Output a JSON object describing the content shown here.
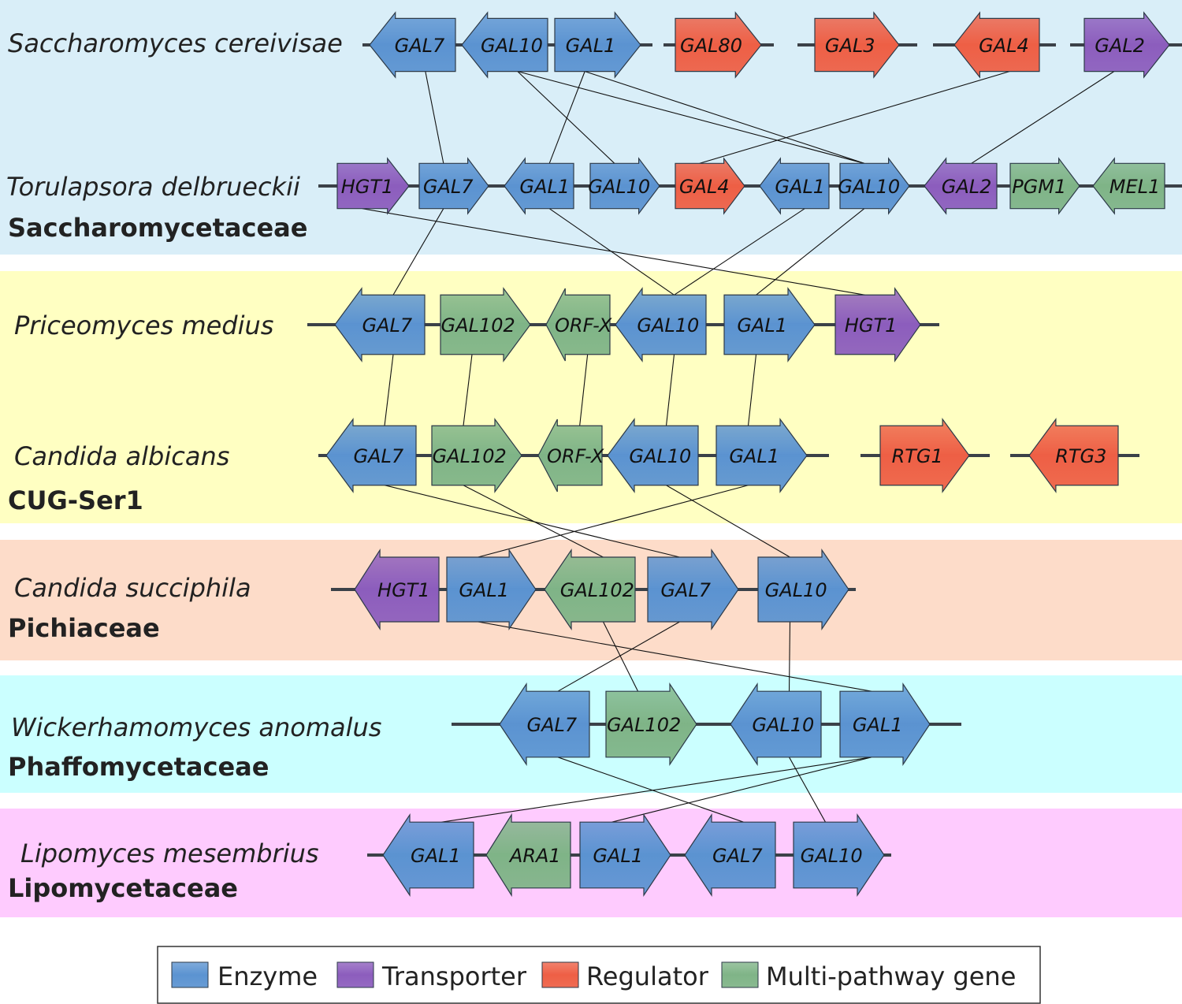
{
  "colors": {
    "enzyme": "#5b93d1",
    "transporter": "#8c5dbd",
    "regulator": "#ee5f45",
    "multi": "#7fb487",
    "band_saccharomycetaceae": "#d9eef8",
    "band_cug": "#ffffc2",
    "band_pichiaceae": "#fddcc9",
    "band_phaffomycetaceae": "#cbffff",
    "band_lipomycetaceae": "#fecbfe"
  },
  "families": [
    {
      "name": "Saccharomycetaceae",
      "color_key": "band_saccharomycetaceae"
    },
    {
      "name": "CUG-Ser1",
      "color_key": "band_cug"
    },
    {
      "name": "Pichiaceae",
      "color_key": "band_pichiaceae"
    },
    {
      "name": "Phaffomycetaceae",
      "color_key": "band_phaffomycetaceae"
    },
    {
      "name": "Lipomycetaceae",
      "color_key": "band_lipomycetaceae"
    }
  ],
  "species": [
    {
      "name": "Saccharomyces cereivisae",
      "family": "Saccharomycetaceae",
      "genes": [
        {
          "name": "GAL7",
          "type": "enzyme",
          "strand": "-"
        },
        {
          "name": "GAL10",
          "type": "enzyme",
          "strand": "-"
        },
        {
          "name": "GAL1",
          "type": "enzyme",
          "strand": "+"
        },
        {
          "name": "GAL80",
          "type": "regulator",
          "strand": "+"
        },
        {
          "name": "GAL3",
          "type": "regulator",
          "strand": "+"
        },
        {
          "name": "GAL4",
          "type": "regulator",
          "strand": "-"
        },
        {
          "name": "GAL2",
          "type": "transporter",
          "strand": "+"
        }
      ]
    },
    {
      "name": "Torulapsora delbrueckii",
      "family": "Saccharomycetaceae",
      "genes": [
        {
          "name": "HGT1",
          "type": "transporter",
          "strand": "+"
        },
        {
          "name": "GAL7",
          "type": "enzyme",
          "strand": "+"
        },
        {
          "name": "GAL1",
          "type": "enzyme",
          "strand": "-"
        },
        {
          "name": "GAL10",
          "type": "enzyme",
          "strand": "+"
        },
        {
          "name": "GAL4",
          "type": "regulator",
          "strand": "+"
        },
        {
          "name": "GAL1",
          "type": "enzyme",
          "strand": "-"
        },
        {
          "name": "GAL10",
          "type": "enzyme",
          "strand": "+"
        },
        {
          "name": "GAL2",
          "type": "transporter",
          "strand": "-"
        },
        {
          "name": "PGM1",
          "type": "multi",
          "strand": "+"
        },
        {
          "name": "MEL1",
          "type": "multi",
          "strand": "-"
        }
      ]
    },
    {
      "name": "Priceomyces medius",
      "family": "CUG-Ser1",
      "genes": [
        {
          "name": "GAL7",
          "type": "enzyme",
          "strand": "-"
        },
        {
          "name": "GAL102",
          "type": "multi",
          "strand": "+"
        },
        {
          "name": "ORF-X",
          "type": "multi",
          "strand": "-"
        },
        {
          "name": "GAL10",
          "type": "enzyme",
          "strand": "-"
        },
        {
          "name": "GAL1",
          "type": "enzyme",
          "strand": "+"
        },
        {
          "name": "HGT1",
          "type": "transporter",
          "strand": "+"
        }
      ]
    },
    {
      "name": "Candida albicans",
      "family": "CUG-Ser1",
      "genes": [
        {
          "name": "GAL7",
          "type": "enzyme",
          "strand": "-"
        },
        {
          "name": "GAL102",
          "type": "multi",
          "strand": "+"
        },
        {
          "name": "ORF-X",
          "type": "multi",
          "strand": "-"
        },
        {
          "name": "GAL10",
          "type": "enzyme",
          "strand": "-"
        },
        {
          "name": "GAL1",
          "type": "enzyme",
          "strand": "+"
        },
        {
          "name": "RTG1",
          "type": "regulator",
          "strand": "+"
        },
        {
          "name": "RTG3",
          "type": "regulator",
          "strand": "-"
        }
      ]
    },
    {
      "name": "Candida succiphila",
      "family": "Pichiaceae",
      "genes": [
        {
          "name": "HGT1",
          "type": "transporter",
          "strand": "-"
        },
        {
          "name": "GAL1",
          "type": "enzyme",
          "strand": "+"
        },
        {
          "name": "GAL102",
          "type": "multi",
          "strand": "-"
        },
        {
          "name": "GAL7",
          "type": "enzyme",
          "strand": "+"
        },
        {
          "name": "GAL10",
          "type": "enzyme",
          "strand": "+"
        }
      ]
    },
    {
      "name": "Wickerhamomyces anomalus",
      "family": "Phaffomycetaceae",
      "genes": [
        {
          "name": "GAL7",
          "type": "enzyme",
          "strand": "-"
        },
        {
          "name": "GAL102",
          "type": "multi",
          "strand": "+"
        },
        {
          "name": "GAL10",
          "type": "enzyme",
          "strand": "-"
        },
        {
          "name": "GAL1",
          "type": "enzyme",
          "strand": "+"
        }
      ]
    },
    {
      "name": "Lipomyces mesembrius",
      "family": "Lipomycetaceae",
      "genes": [
        {
          "name": "GAL1",
          "type": "enzyme",
          "strand": "-"
        },
        {
          "name": "ARA1",
          "type": "multi",
          "strand": "-"
        },
        {
          "name": "GAL1",
          "type": "enzyme",
          "strand": "+"
        },
        {
          "name": "GAL7",
          "type": "enzyme",
          "strand": "-"
        },
        {
          "name": "GAL10",
          "type": "enzyme",
          "strand": "+"
        }
      ]
    }
  ],
  "links": [
    {
      "from": [
        0,
        0
      ],
      "to": [
        1,
        1
      ]
    },
    {
      "from": [
        0,
        2
      ],
      "to": [
        1,
        2
      ]
    },
    {
      "from": [
        0,
        1
      ],
      "to": [
        1,
        3
      ]
    },
    {
      "from": [
        0,
        1
      ],
      "to": [
        1,
        6
      ]
    },
    {
      "from": [
        0,
        2
      ],
      "to": [
        1,
        6
      ]
    },
    {
      "from": [
        0,
        5
      ],
      "to": [
        1,
        4
      ]
    },
    {
      "from": [
        0,
        6
      ],
      "to": [
        1,
        7
      ]
    },
    {
      "from": [
        1,
        1
      ],
      "to": [
        2,
        0
      ]
    },
    {
      "from": [
        1,
        2
      ],
      "to": [
        2,
        3
      ]
    },
    {
      "from": [
        1,
        5
      ],
      "to": [
        2,
        3
      ]
    },
    {
      "from": [
        1,
        6
      ],
      "to": [
        2,
        4
      ]
    },
    {
      "from": [
        1,
        0
      ],
      "to": [
        2,
        5
      ]
    },
    {
      "from": [
        2,
        0
      ],
      "to": [
        3,
        0
      ]
    },
    {
      "from": [
        2,
        1
      ],
      "to": [
        3,
        1
      ]
    },
    {
      "from": [
        2,
        2
      ],
      "to": [
        3,
        2
      ]
    },
    {
      "from": [
        2,
        3
      ],
      "to": [
        3,
        3
      ]
    },
    {
      "from": [
        2,
        4
      ],
      "to": [
        3,
        4
      ]
    },
    {
      "from": [
        3,
        0
      ],
      "to": [
        4,
        3
      ]
    },
    {
      "from": [
        3,
        1
      ],
      "to": [
        4,
        2
      ]
    },
    {
      "from": [
        3,
        3
      ],
      "to": [
        4,
        4
      ]
    },
    {
      "from": [
        3,
        4
      ],
      "to": [
        4,
        1
      ]
    },
    {
      "from": [
        4,
        1
      ],
      "to": [
        5,
        3
      ]
    },
    {
      "from": [
        4,
        2
      ],
      "to": [
        5,
        1
      ]
    },
    {
      "from": [
        4,
        3
      ],
      "to": [
        5,
        0
      ]
    },
    {
      "from": [
        4,
        4
      ],
      "to": [
        5,
        2
      ]
    },
    {
      "from": [
        5,
        0
      ],
      "to": [
        6,
        3
      ]
    },
    {
      "from": [
        5,
        2
      ],
      "to": [
        6,
        4
      ]
    },
    {
      "from": [
        5,
        3
      ],
      "to": [
        6,
        0
      ]
    },
    {
      "from": [
        5,
        3
      ],
      "to": [
        6,
        2
      ]
    }
  ],
  "legend": [
    {
      "label": "Enzyme",
      "type": "enzyme"
    },
    {
      "label": "Transporter",
      "type": "transporter"
    },
    {
      "label": "Regulator",
      "type": "regulator"
    },
    {
      "label": "Multi-pathway gene",
      "type": "multi"
    }
  ]
}
